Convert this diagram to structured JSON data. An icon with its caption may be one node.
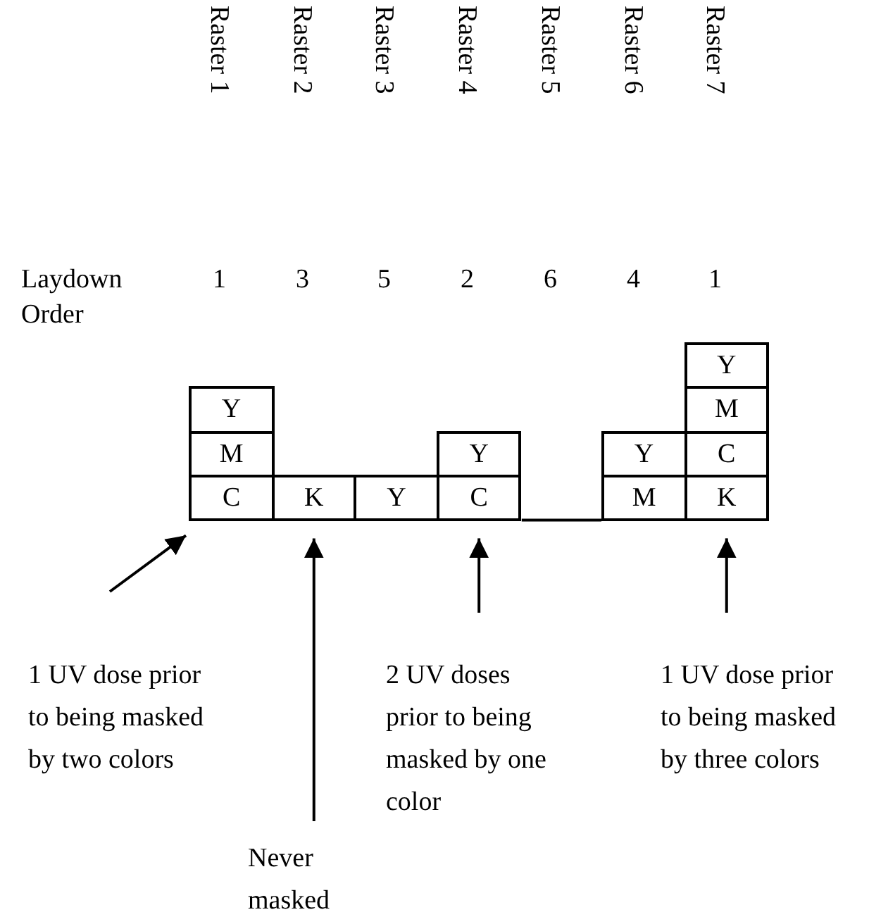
{
  "diagram": {
    "nodes": [
      {
        "text": [
          "Y"
        ]
      },
      {
        "text": [
          "Y"
        ]
      },
      {
        "text": [
          "M"
        ]
      },
      {
        "text": [
          "M"
        ]
      },
      {
        "text": [
          "Y"
        ]
      },
      {
        "text": [
          "Y"
        ]
      },
      {
        "text": [
          "C"
        ]
      },
      {
        "text": [
          "C"
        ]
      },
      {
        "text": [
          "K"
        ]
      },
      {
        "text": [
          "Y"
        ]
      },
      {
        "text": [
          "C"
        ]
      },
      {
        "text": [
          "M"
        ]
      },
      {
        "text": [
          "K"
        ]
      },
      {
        "text": [
          "1 UV dose prior to being masked by two colors"
        ]
      },
      {
        "text": [
          "2 UV doses prior to being masked by one color"
        ]
      },
      {
        "text": [
          "1 UV dose prior to being masked by three colors"
        ]
      },
      {
        "text": [
          "Never masked"
        ]
      }
    ],
    "edges": [
      {
        "from": 13,
        "to": 7,
        "arrow": "to"
      },
      {
        "from": 16,
        "to": 8,
        "arrow": "to"
      },
      {
        "from": 14,
        "to": 10,
        "arrow": "to"
      },
      {
        "from": 15,
        "to": 12,
        "arrow": "to"
      }
    ],
    "labels": [
      "Raster 1",
      "Raster 2",
      "Raster 3",
      "Raster 4",
      "Raster 5",
      "Raster 6",
      "Raster 7",
      "Laydown Order",
      "1",
      "3",
      "5",
      "2",
      "6",
      "4",
      "1"
    ]
  }
}
